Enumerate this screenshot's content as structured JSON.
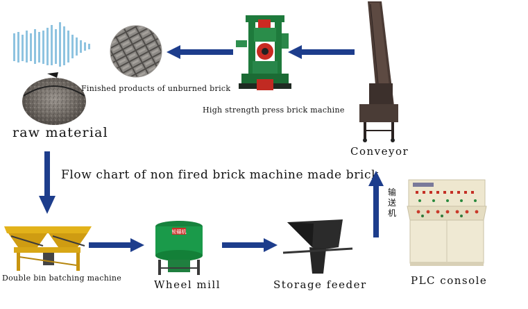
{
  "diagram": {
    "title": "Flow chart of non fired brick machine made brick",
    "nodes": {
      "raw_material": "raw material",
      "finished_products": "Finished products of unburned brick",
      "press_machine": "High strength press brick machine",
      "conveyor": "Conveyor",
      "batching_machine": "Double bin batching machine",
      "wheel_mill": "Wheel mill",
      "storage_feeder": "Storage feeder",
      "plc_console": "PLC console"
    },
    "vertical_conveyor_label": "输送机",
    "machine_plate": "轮碾机"
  },
  "colors": {
    "arrow": "#1d3d8c",
    "sand_bars": "#8ec3e0",
    "press_green": "#1e7a3c",
    "mill_green": "#1a9a4a",
    "batcher_yellow": "#e2b21a",
    "console_cream": "#eee7cf"
  }
}
